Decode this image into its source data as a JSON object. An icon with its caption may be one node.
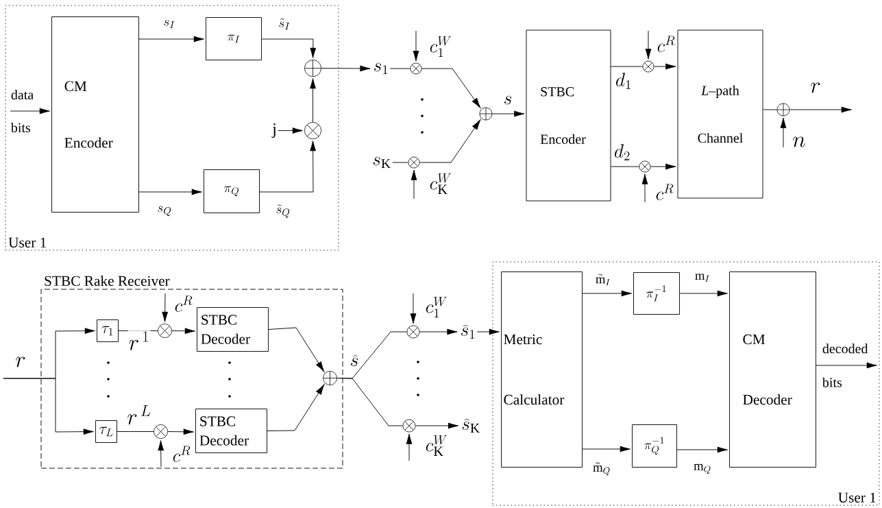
{
  "diagram": {
    "nodes": [
      {
        "text": [
          "User 1"
        ]
      },
      {
        "text": [
          "CM Encoder"
        ],
        "in": 0
      },
      {
        "text": [
          "\\pi_I"
        ],
        "in": 0
      },
      {
        "text": [
          "\\pi_Q"
        ],
        "in": 0
      },
      {
        "text": [],
        "shape": "circle",
        "in": 0
      },
      {
        "text": [],
        "shape": "circle",
        "in": 0
      },
      {
        "text": [
          "j"
        ],
        "in": 0
      },
      {
        "text": [
          "s_1"
        ]
      },
      {
        "text": [],
        "shape": "circle"
      },
      {
        "text": [
          "s_{\\mathrm{K}}"
        ]
      },
      {
        "text": [],
        "shape": "circle"
      },
      {
        "text": [],
        "shape": "circle"
      },
      {
        "text": [
          "STBC Encoder"
        ]
      },
      {
        "text": [],
        "shape": "circle"
      },
      {
        "text": [],
        "shape": "circle"
      },
      {
        "text": [
          "*L*–path Channel"
        ]
      },
      {
        "text": [],
        "shape": "circle"
      },
      {
        "text": [
          "STBC Rake Receiver"
        ]
      },
      {
        "text": [
          "\\tau_1"
        ],
        "in": 17
      },
      {
        "text": [],
        "shape": "circle",
        "in": 17
      },
      {
        "text": [
          "STBC Decoder"
        ],
        "in": 17
      },
      {
        "text": [
          "\\tau_L"
        ],
        "in": 17
      },
      {
        "text": [],
        "shape": "circle",
        "in": 17
      },
      {
        "text": [
          "STBC Decoder"
        ],
        "in": 17
      },
      {
        "text": [],
        "shape": "circle",
        "in": 17
      },
      {
        "text": [],
        "shape": "circle"
      },
      {
        "text": [],
        "shape": "circle"
      },
      {
        "text": [
          "\\widehat{s}_1"
        ]
      },
      {
        "text": [
          "\\widehat{s}_{\\mathrm{K}}"
        ]
      },
      {
        "text": [
          "User 1"
        ]
      },
      {
        "text": [
          "Metric Calculator"
        ],
        "in": 29
      },
      {
        "text": [
          "\\pi_I^{-1}"
        ],
        "in": 29
      },
      {
        "text": [
          "\\pi_Q^{-1}"
        ],
        "in": 29
      },
      {
        "text": [
          "CM Decoder"
        ],
        "in": 29
      }
    ],
    "edges": [
      {
        "from": null,
        "to": 1,
        "arrow": "to",
        "label": "data bits"
      },
      {
        "from": 1,
        "to": 2,
        "arrow": "to",
        "label": "s_I"
      },
      {
        "from": 1,
        "to": 3,
        "arrow": "to",
        "label": "s_Q"
      },
      {
        "from": 2,
        "to": 4,
        "arrow": "to",
        "label": "\\tilde{s}_I"
      },
      {
        "from": 3,
        "to": 5,
        "arrow": "to",
        "label": "\\tilde{s}_Q"
      },
      {
        "from": 6,
        "to": 5,
        "arrow": "to"
      },
      {
        "from": 5,
        "to": 4,
        "arrow": "to"
      },
      {
        "from": 4,
        "to": 7,
        "arrow": "to"
      },
      {
        "from": 7,
        "to": 8,
        "arrow": "none"
      },
      {
        "from": null,
        "to": 8,
        "arrow": "to",
        "label": "c_1^W"
      },
      {
        "from": 8,
        "to": 11,
        "arrow": "to"
      },
      {
        "from": 9,
        "to": 10,
        "arrow": "none"
      },
      {
        "from": null,
        "to": 10,
        "arrow": "to",
        "label": "c_{\\mathrm{K}}^W"
      },
      {
        "from": 10,
        "to": 11,
        "arrow": "to"
      },
      {
        "from": 11,
        "to": 12,
        "arrow": "to",
        "label": "s"
      },
      {
        "from": 12,
        "to": 13,
        "arrow": "none",
        "label": "d_1"
      },
      {
        "from": null,
        "to": 13,
        "arrow": "to",
        "label": "c^R"
      },
      {
        "from": 13,
        "to": 15,
        "arrow": "to"
      },
      {
        "from": 12,
        "to": 14,
        "arrow": "none",
        "label": "d_2"
      },
      {
        "from": null,
        "to": 14,
        "arrow": "to",
        "label": "c^R"
      },
      {
        "from": 14,
        "to": 15,
        "arrow": "to"
      },
      {
        "from": 15,
        "to": 16,
        "arrow": "none"
      },
      {
        "from": 16,
        "to": null,
        "arrow": "to",
        "label": "r"
      },
      {
        "from": null,
        "to": 16,
        "arrow": "to",
        "label": "n"
      },
      {
        "from": null,
        "to": 18,
        "arrow": "to",
        "label": "r"
      },
      {
        "from": null,
        "to": 21,
        "arrow": "to"
      },
      {
        "from": 18,
        "to": 19,
        "arrow": "none",
        "label": "r^{\\,1}"
      },
      {
        "from": null,
        "to": 19,
        "arrow": "to",
        "label": "c^R"
      },
      {
        "from": 19,
        "to": 20,
        "arrow": "to"
      },
      {
        "from": 21,
        "to": 22,
        "arrow": "none",
        "label": "r^{\\,L}"
      },
      {
        "from": null,
        "to": 22,
        "arrow": "to",
        "label": "c^R"
      },
      {
        "from": 22,
        "to": 23,
        "arrow": "to"
      },
      {
        "from": 20,
        "to": 24,
        "arrow": "to"
      },
      {
        "from": 23,
        "to": 24,
        "arrow": "to"
      },
      {
        "from": 24,
        "to": 25,
        "arrow": "none",
        "label": "\\widehat{s}"
      },
      {
        "from": 24,
        "to": 26,
        "arrow": "none"
      },
      {
        "from": null,
        "to": 25,
        "arrow": "to",
        "label": "c_1^W"
      },
      {
        "from": null,
        "to": 26,
        "arrow": "to",
        "label": "c_{\\mathrm{K}}^W"
      },
      {
        "from": 25,
        "to": 27,
        "arrow": "to"
      },
      {
        "from": 26,
        "to": 28,
        "arrow": "to"
      },
      {
        "from": 27,
        "to": 30,
        "arrow": "to"
      },
      {
        "from": 30,
        "to": 31,
        "arrow": "to",
        "label": "\\tilde{\\mathrm{m}}_I"
      },
      {
        "from": 30,
        "to": 32,
        "arrow": "to",
        "label": "\\tilde{\\mathrm{m}}_Q"
      },
      {
        "from": 31,
        "to": 33,
        "arrow": "to",
        "label": "\\mathrm{m}_I"
      },
      {
        "from": 32,
        "to": 33,
        "arrow": "to",
        "label": "\\mathrm{m}_Q"
      },
      {
        "from": 33,
        "to": null,
        "arrow": "to",
        "label": "decoded bits"
      }
    ]
  }
}
